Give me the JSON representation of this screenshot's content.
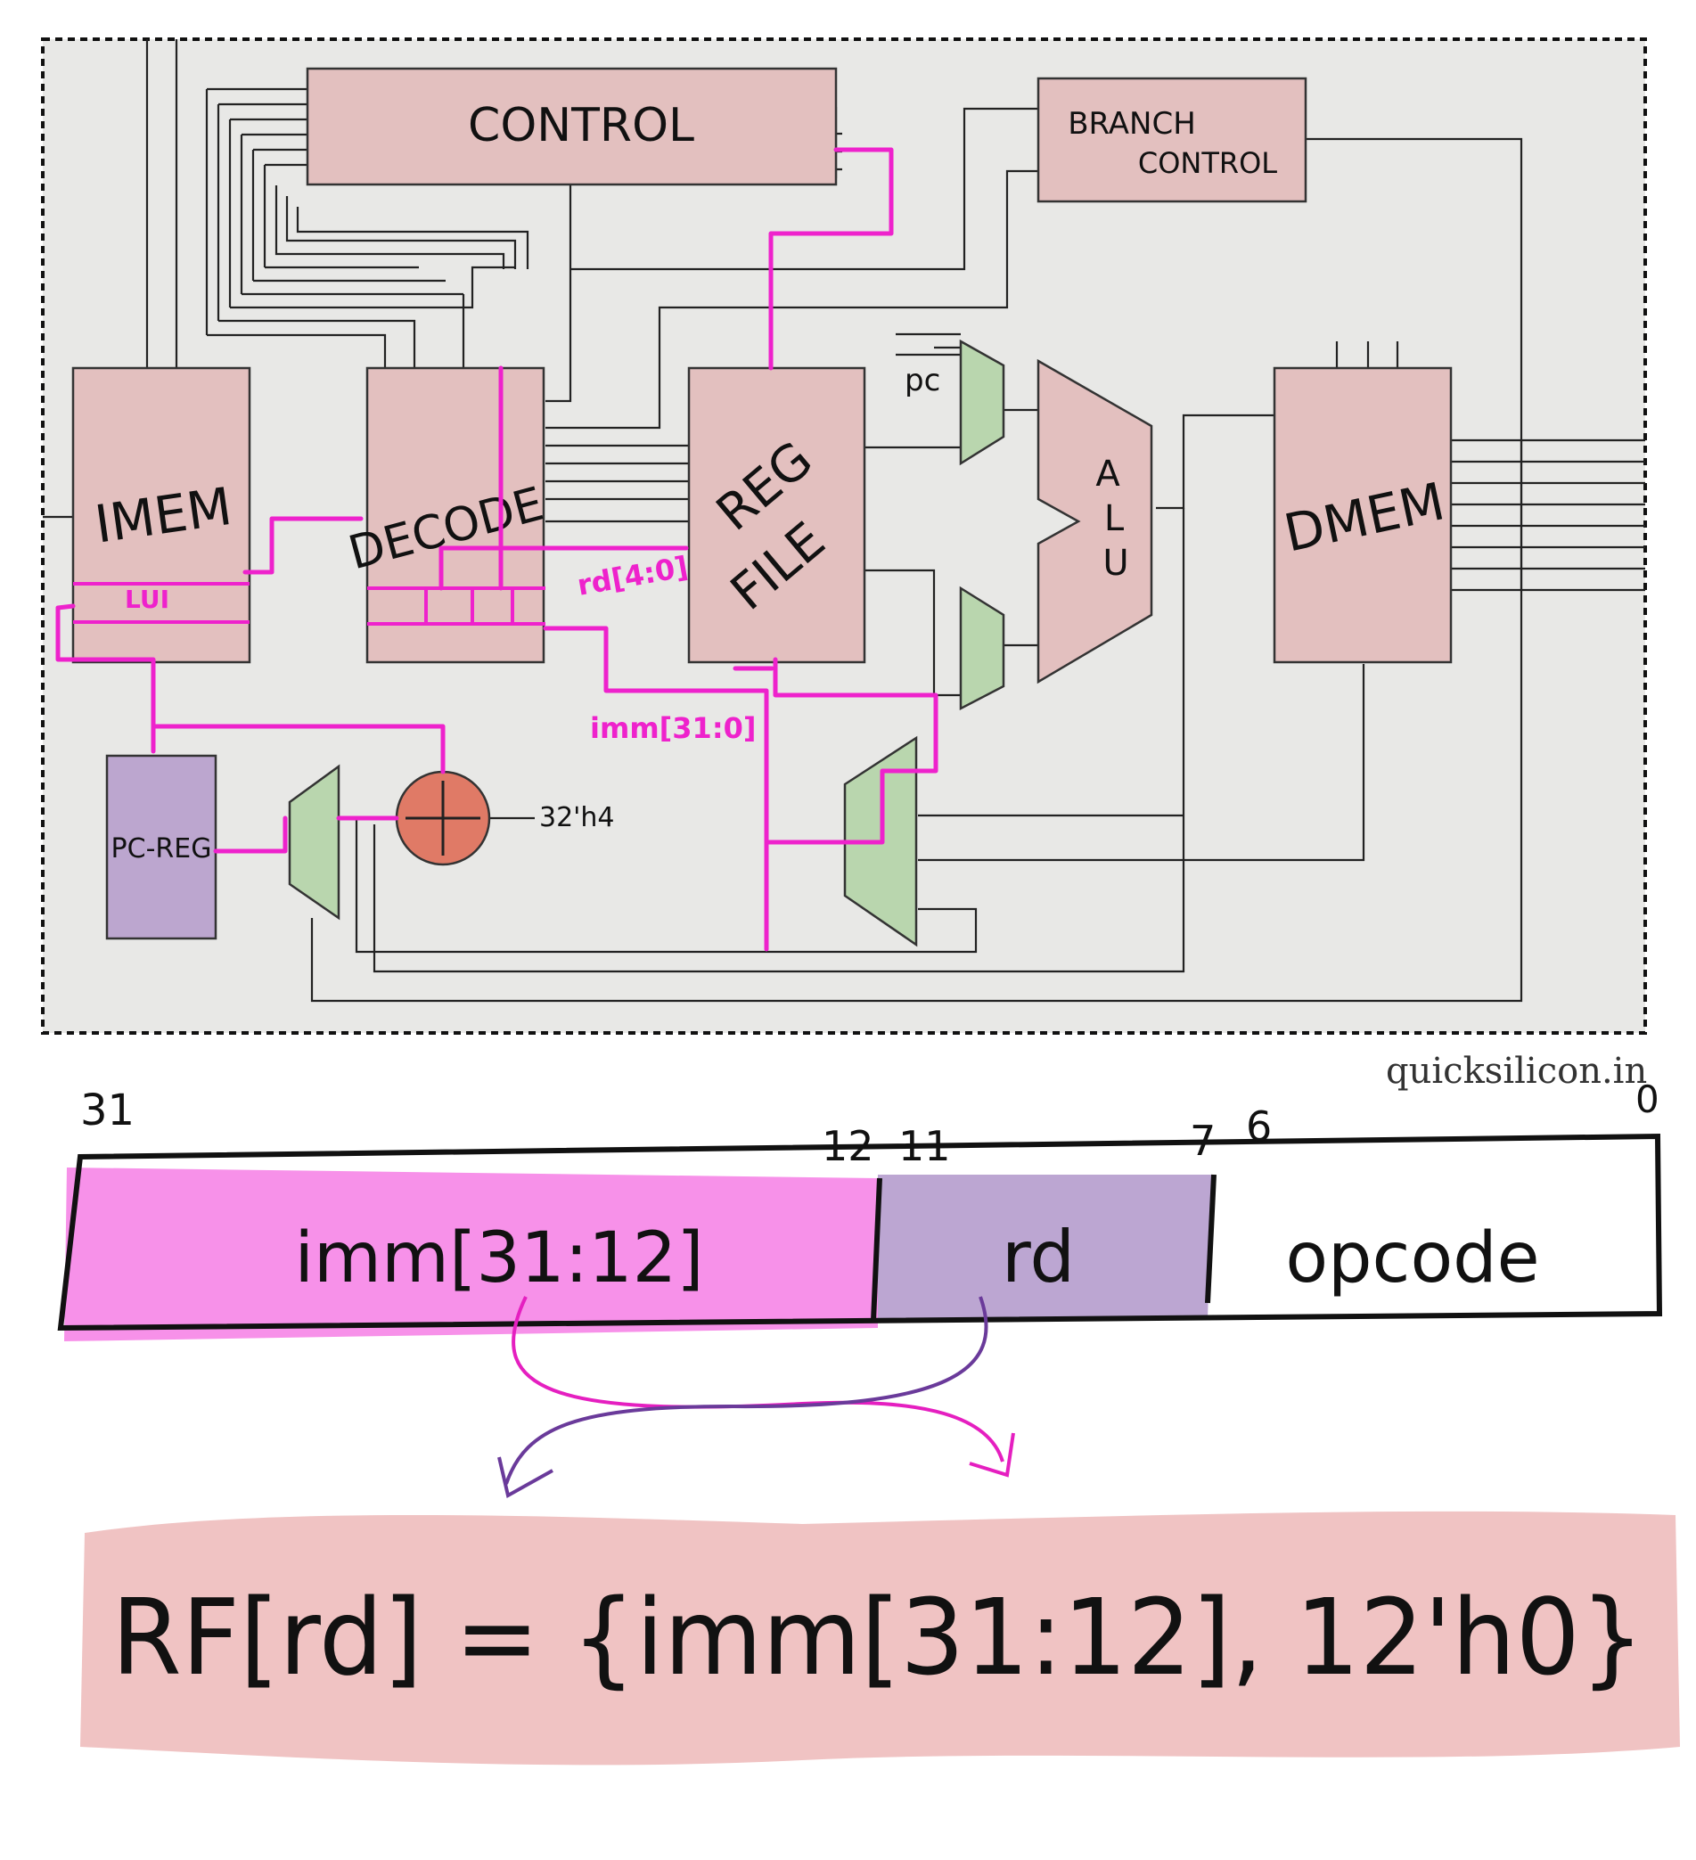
{
  "blocks": {
    "control": "CONTROL",
    "branch_control_line1": "BRANCH",
    "branch_control_line2": "CONTROL",
    "imem": "IMEM",
    "lui": "LUI",
    "decode": "DECODE",
    "reg_file_line1": "REG",
    "reg_file_line2": "FILE",
    "alu_a": "A",
    "alu_l": "L",
    "alu_u": "U",
    "dmem": "DMEM",
    "pc_reg": "PC-REG"
  },
  "signals": {
    "rd": "rd[4:0]",
    "imm": "imm[31:0]",
    "pc": "pc",
    "const_4": "32'h4"
  },
  "watermark": "quicksilicon.in",
  "encoding": {
    "bit_31": "31",
    "bit_12": "12",
    "bit_11": "11",
    "bit_7": "7",
    "bit_6": "6",
    "bit_0": "0",
    "field_imm": "imm[31:12]",
    "field_rd": "rd",
    "field_opcode": "opcode"
  },
  "equation": "RF[rd] = {imm[31:12], 12'h0}",
  "colors": {
    "block_fill": "#e3c0bf",
    "mux_fill": "#b9d6ae",
    "adder_fill": "#e07a66",
    "pc_reg_fill": "#bca6cf",
    "highlight_pink": "#ee22cc",
    "canvas_bg": "#e8e8e6",
    "imm_field": "#f791e9",
    "rd_field": "#bca6d2",
    "opcode_field": "#e8e8e6",
    "equation_bg": "#f0c3c3"
  }
}
